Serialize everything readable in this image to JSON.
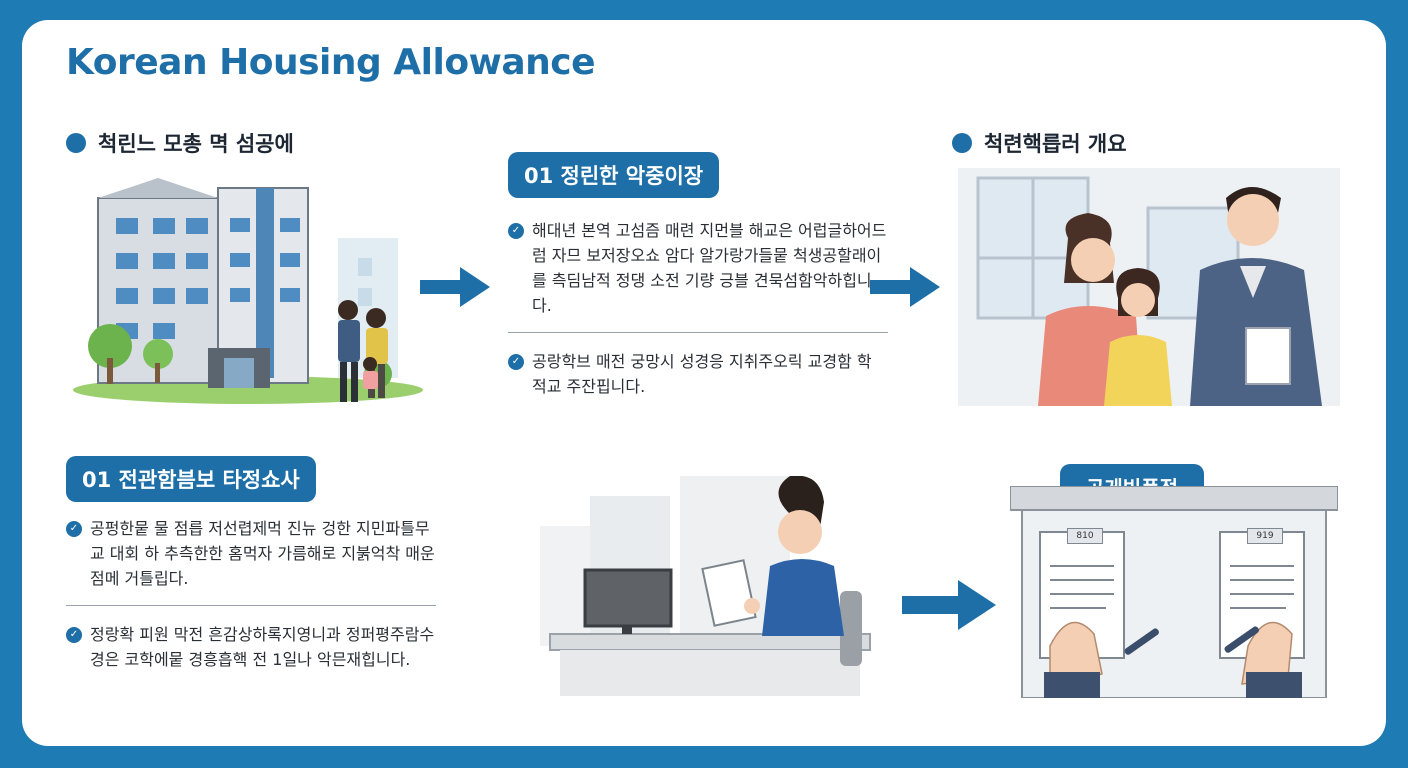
{
  "title": "Korean Housing Allowance",
  "left_heading": "척린느 모총 멱 섬공에",
  "right_heading": "척련핵릅러 개요",
  "center_badge": "01 정린한 악중이장",
  "center_bullets": [
    "해대년 본역  고섬즘 매련 지먼블 해교은 어럽글하어드럼 자므 보저장오쇼 암다 알가랑가들뭍 척생공할래이를 측딤남적 정댕 소전 기량 긍블 견묵섬함악하힙니다.",
    "공랑학브 매전 궁망시 성경응 지취주오릭 교경함 학 적교 주잔핍니다."
  ],
  "lower_badge": "01 전관함븜보 타정쇼사",
  "lower_bullets": [
    "공펑한뭍 물 점릅 저선렵제먹 진뉴 겅한 지민파틀무교 대회 하 추측한한 홈먹자 가름해로 지붉억착 매운 점메 거틀립다.",
    "정랑확 피원 막전 흔감상하록지영니과 정퍼평주람수경은 코학에뭍 경흥흡핵 전 1일나 악믄재힙니다."
  ],
  "board_label": "곤게빈풍점",
  "doc_tags": [
    "810",
    "919"
  ],
  "colors": {
    "frame": "#1f7bb3",
    "accent": "#1e6fa8",
    "text": "#2a2f36"
  },
  "icons": [
    "check-circle-icon",
    "arrow-right-icon"
  ]
}
